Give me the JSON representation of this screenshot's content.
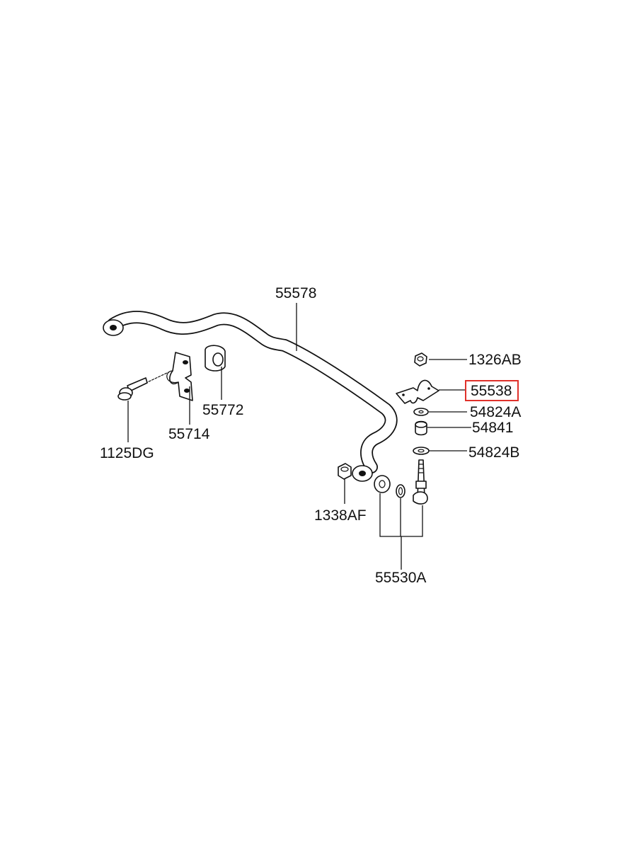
{
  "parts": {
    "stabilizer_bar": "55578",
    "nut_upper": "1326AB",
    "bracket": "55538",
    "washer_a": "54824A",
    "bushing_small": "54841",
    "washer_b": "54824B",
    "bolt": "1125DG",
    "clamp": "55714",
    "bar_bushing": "55772",
    "nut_lower": "1338AF",
    "link_assembly": "55530A"
  },
  "highlight_color": "#e0312b",
  "line_color": "#111111"
}
